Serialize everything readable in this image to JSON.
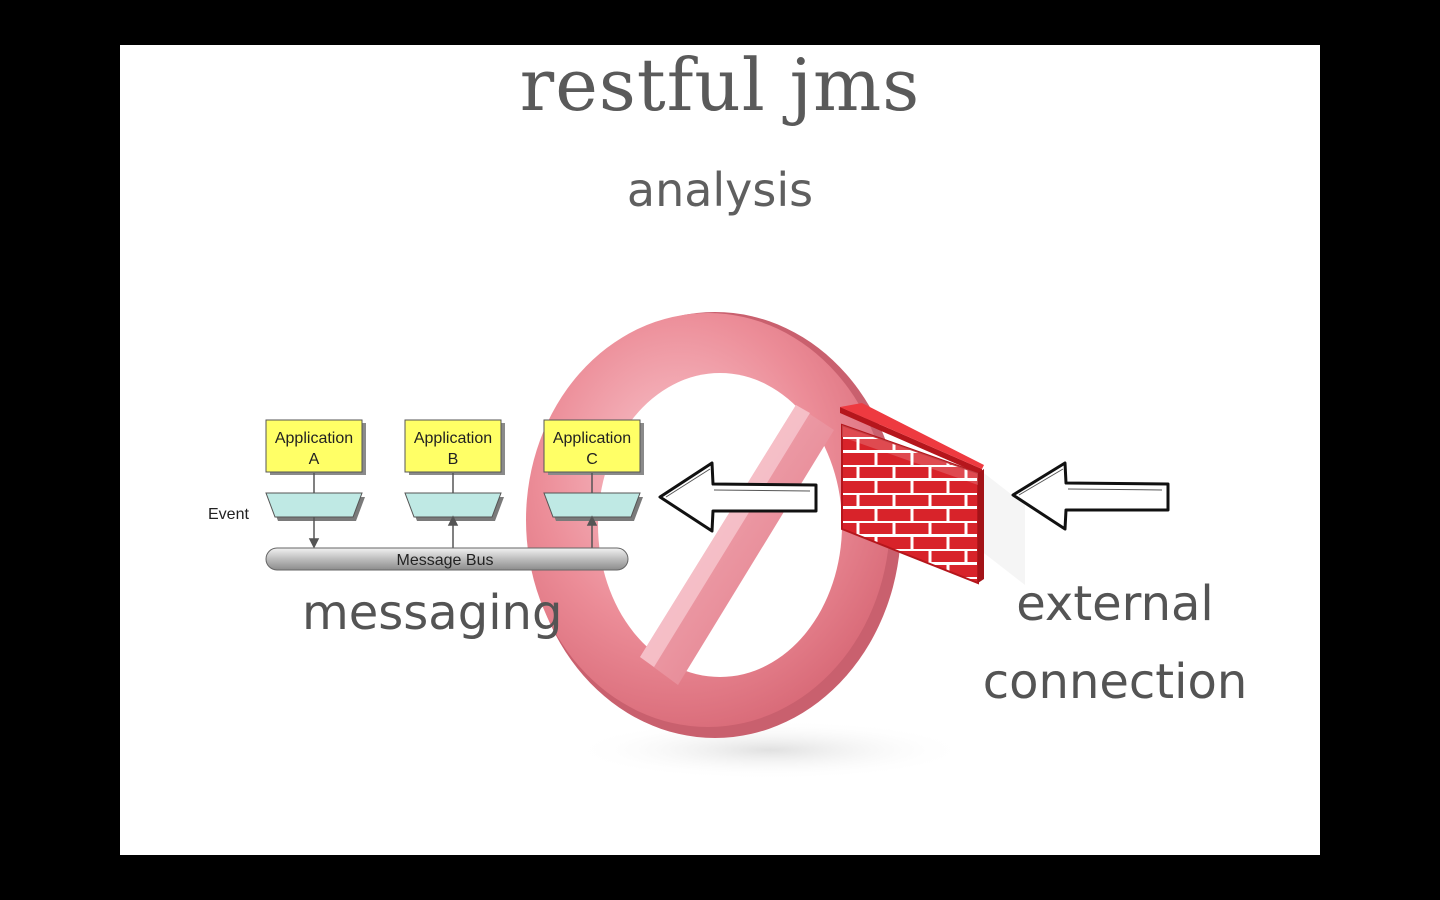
{
  "slide": {
    "title": "restful jms",
    "subtitle": "analysis"
  },
  "diagram": {
    "applications": [
      {
        "line1": "Application",
        "line2": "A"
      },
      {
        "line1": "Application",
        "line2": "B"
      },
      {
        "line1": "Application",
        "line2": "C"
      }
    ],
    "event_label": "Event",
    "bus_label": "Message Bus",
    "left_caption": "messaging",
    "right_caption": [
      "external",
      "connection"
    ]
  },
  "icons": [
    "no-entry-sign-icon",
    "firewall-brick-wall-icon",
    "left-arrow-icon"
  ],
  "colors": {
    "background": "#000000",
    "slide": "#ffffff",
    "app_box": "#ffff66",
    "channel": "#bfe9e4",
    "no_sign": "#e8828f",
    "brick": "#d91f26",
    "text": "#555555"
  }
}
